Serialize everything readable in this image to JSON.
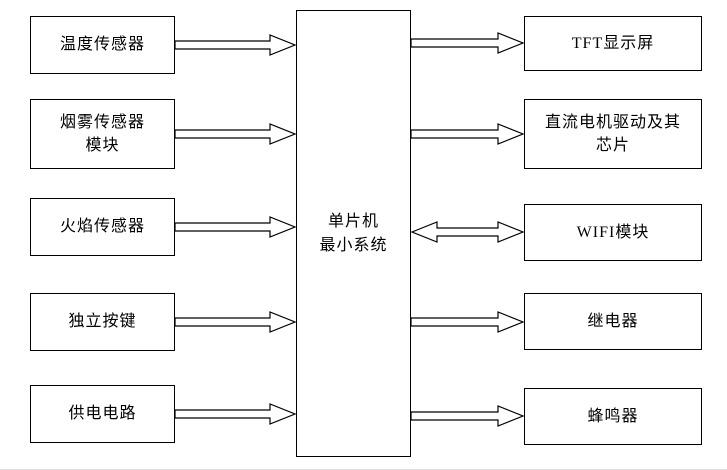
{
  "diagram": {
    "center_box": {
      "label": "单片机\n最小系统"
    },
    "left_boxes": [
      {
        "label": "温度传感器"
      },
      {
        "label": "烟雾传感器\n模块"
      },
      {
        "label": "火焰传感器"
      },
      {
        "label": "独立按键"
      },
      {
        "label": "供电电路"
      }
    ],
    "right_boxes": [
      {
        "label": "TFT显示屏"
      },
      {
        "label": "直流电机驱动及其\n芯片"
      },
      {
        "label": "WIFI模块"
      },
      {
        "label": "继电器"
      },
      {
        "label": "蜂鸣器"
      }
    ],
    "connections": [
      {
        "from": "温度传感器",
        "to": "单片机最小系统",
        "direction": "right"
      },
      {
        "from": "烟雾传感器模块",
        "to": "单片机最小系统",
        "direction": "right"
      },
      {
        "from": "火焰传感器",
        "to": "单片机最小系统",
        "direction": "right"
      },
      {
        "from": "独立按键",
        "to": "单片机最小系统",
        "direction": "right"
      },
      {
        "from": "供电电路",
        "to": "单片机最小系统",
        "direction": "right"
      },
      {
        "from": "单片机最小系统",
        "to": "TFT显示屏",
        "direction": "right"
      },
      {
        "from": "单片机最小系统",
        "to": "直流电机驱动及其芯片",
        "direction": "right"
      },
      {
        "from": "单片机最小系统",
        "to": "WIFI模块",
        "direction": "both"
      },
      {
        "from": "单片机最小系统",
        "to": "继电器",
        "direction": "right"
      },
      {
        "from": "单片机最小系统",
        "to": "蜂鸣器",
        "direction": "right"
      }
    ],
    "colors": {
      "box_border": "#000000",
      "box_fill": "#ffffff",
      "background": "#ffffff"
    }
  }
}
